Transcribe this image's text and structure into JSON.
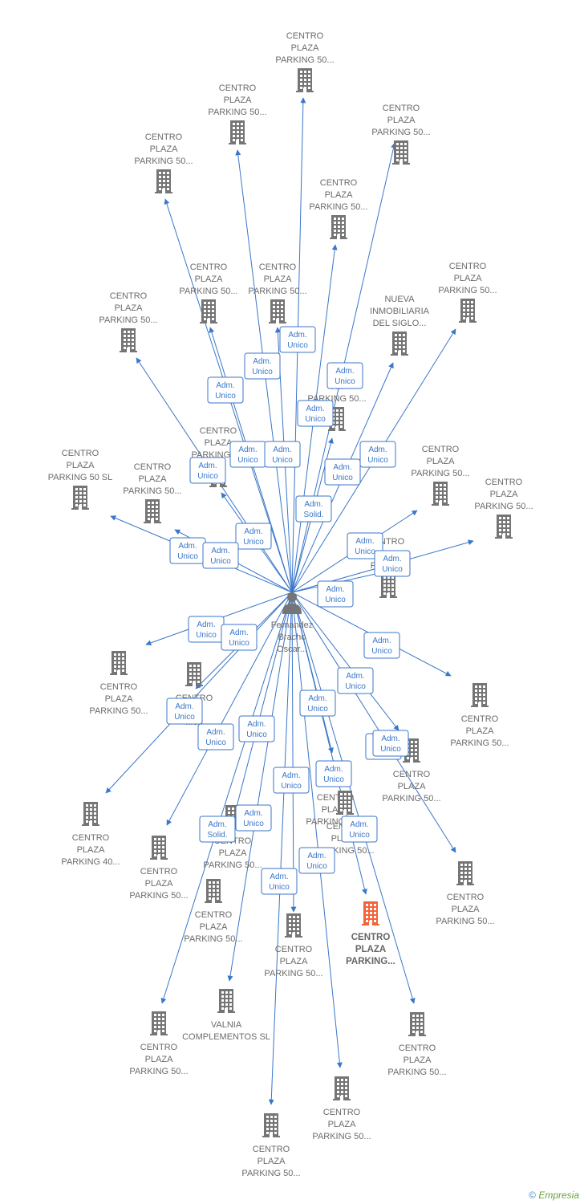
{
  "diagram": {
    "person": {
      "lines": [
        "Fernandez",
        "Bracho",
        "Oscar..."
      ]
    },
    "companies": [
      {
        "lines": [
          "CENTRO",
          "PLAZA",
          "PARKING 50..."
        ]
      },
      {
        "lines": [
          "CENTRO",
          "PLAZA",
          "PARKING 50..."
        ]
      },
      {
        "lines": [
          "CENTRO",
          "PLAZA",
          "PARKING 50..."
        ]
      },
      {
        "lines": [
          "CENTRO",
          "PLAZA",
          "PARKING 50..."
        ]
      },
      {
        "lines": [
          "CENTRO",
          "PLAZA",
          "PARKING 50..."
        ]
      },
      {
        "lines": [
          "CENTRO",
          "PLAZA",
          "PARKING 50..."
        ]
      },
      {
        "lines": [
          "CENTRO",
          "PLAZA",
          "PARKING 50..."
        ]
      },
      {
        "lines": [
          "CENTRO",
          "PLAZA",
          "PARKING 50..."
        ]
      },
      {
        "lines": [
          "CENTRO",
          "PLAZA",
          "PARKING 50..."
        ]
      },
      {
        "lines": [
          "NUEVA",
          "INMOBILIARIA",
          "DEL SIGLO..."
        ]
      },
      {
        "lines": [
          "CE...",
          "P...",
          "PARKING 50..."
        ]
      },
      {
        "lines": [
          "CENTRO",
          "PLAZA",
          "PARKING 5..."
        ]
      },
      {
        "lines": [
          "CENTRO",
          "PLAZA",
          "PARKING 50 SL"
        ]
      },
      {
        "lines": [
          "CENTRO",
          "PLAZA",
          "PARKING 50..."
        ]
      },
      {
        "lines": [
          "CENTRO",
          "PLAZA",
          "PARKING 50..."
        ]
      },
      {
        "lines": [
          "CENTRO",
          "PLAZA",
          "PARKING 50..."
        ]
      },
      {
        "lines": [
          "...NTRO",
          "...ZA",
          "PA...50..."
        ]
      },
      {
        "lines": [
          "CENTRO",
          "PLAZA",
          "PARKING 50..."
        ]
      },
      {
        "lines": [
          "CENTRO",
          "PLAZA",
          "PARKING 50..."
        ]
      },
      {
        "lines": [
          "CENTRO",
          "...A",
          "...50"
        ]
      },
      {
        "lines": [
          "CENTRO",
          "PLAZA",
          "PARKING 50..."
        ]
      },
      {
        "lines": [
          "CENTRO",
          "PLAZA",
          "PARKING 50..."
        ]
      },
      {
        "lines": [
          "CENTRO",
          "PLAZA",
          "PARKING 40..."
        ]
      },
      {
        "lines": [
          "CENTRO",
          "PLAZA",
          "PARKING 50..."
        ]
      },
      {
        "lines": [
          "CENTRO",
          "PLAZA",
          "PARKING 50..."
        ]
      },
      {
        "lines": [
          "CENTRO",
          "PLAZA",
          "PARKING 50..."
        ]
      },
      {
        "lines": [
          "CENTRO",
          "PLAZA",
          "PARKING..."
        ],
        "highlight": true
      },
      {
        "lines": [
          "CENTRO",
          "PLAZA",
          "PARKING 50..."
        ]
      },
      {
        "lines": [
          "CENTRO",
          "PLAZA",
          "PARKING 50..."
        ]
      },
      {
        "lines": [
          "VALNIA",
          "COMPLEMENTOS SL"
        ]
      },
      {
        "lines": [
          "CENTRO",
          "PLAZA",
          "PARKING 50..."
        ]
      },
      {
        "lines": [
          "CENTRO",
          "PLAZA",
          "PARKING 50..."
        ]
      },
      {
        "lines": [
          "CENTRO",
          "PLAZA",
          "PARKING 50..."
        ]
      },
      {
        "lines": [
          "CENTRO",
          "PLAZA",
          "PARKING 50..."
        ]
      },
      {
        "lines": [
          "CENTRO",
          "PLAZA",
          "PARKING 50..."
        ]
      }
    ],
    "edge_labels": [
      {
        "lines": [
          "Adm.",
          "Unico"
        ]
      },
      {
        "lines": [
          "Adm.",
          "Unico"
        ]
      },
      {
        "lines": [
          "Adm.",
          "Unico"
        ]
      },
      {
        "lines": [
          "Adm.",
          "Unico"
        ]
      },
      {
        "lines": [
          "Adm.",
          "Unico"
        ]
      },
      {
        "lines": [
          "Adm.",
          "Unico"
        ]
      },
      {
        "lines": [
          "Adm.",
          "Unico"
        ]
      },
      {
        "lines": [
          "Adm.",
          "Unico"
        ]
      },
      {
        "lines": [
          "Adm.",
          "Unico"
        ]
      },
      {
        "lines": [
          "Adm.",
          "Unico"
        ]
      },
      {
        "lines": [
          "Adm.",
          "Solid."
        ]
      },
      {
        "lines": [
          "Adm.",
          "Unico"
        ]
      },
      {
        "lines": [
          "Adm.",
          "Unico"
        ]
      },
      {
        "lines": [
          "Adm.",
          "Unico"
        ]
      },
      {
        "lines": [
          "Adm.",
          "Unico"
        ]
      },
      {
        "lines": [
          "Adm.",
          "Unico"
        ]
      },
      {
        "lines": [
          "Adm.",
          "Unico"
        ]
      },
      {
        "lines": [
          "Adm.",
          "Unico"
        ]
      },
      {
        "lines": [
          "Adm.",
          "Unico"
        ]
      },
      {
        "lines": [
          "Adm.",
          "Unico"
        ]
      },
      {
        "lines": [
          "Adm.",
          "Unico"
        ]
      },
      {
        "lines": [
          "Adm.",
          "Unico"
        ]
      },
      {
        "lines": [
          "Adm.",
          "Unico"
        ]
      },
      {
        "lines": [
          "Adm.",
          "Unico"
        ]
      },
      {
        "lines": [
          "Adm.",
          "Unico"
        ]
      },
      {
        "lines": [
          "Adm.",
          "Unico"
        ]
      },
      {
        "lines": [
          "Adm.",
          "Unico"
        ]
      },
      {
        "lines": [
          "Adm.",
          "Unico"
        ]
      },
      {
        "lines": [
          "Adm.",
          "Unico"
        ]
      },
      {
        "lines": [
          "Adm.",
          "Solid."
        ]
      },
      {
        "lines": [
          "Adm.",
          "Unico"
        ]
      },
      {
        "lines": [
          "Adm.",
          "Unico"
        ]
      },
      {
        "lines": [
          "Adm.",
          "Unico"
        ]
      },
      {
        "lines": [
          "Adm.",
          "Unico"
        ]
      }
    ],
    "colors": {
      "edge": "#3a76c9",
      "node": "#757575",
      "highlight": "#f4623a",
      "person": "#757575"
    }
  },
  "footer": {
    "copyright_symbol": "©",
    "brand": "Empresia"
  }
}
